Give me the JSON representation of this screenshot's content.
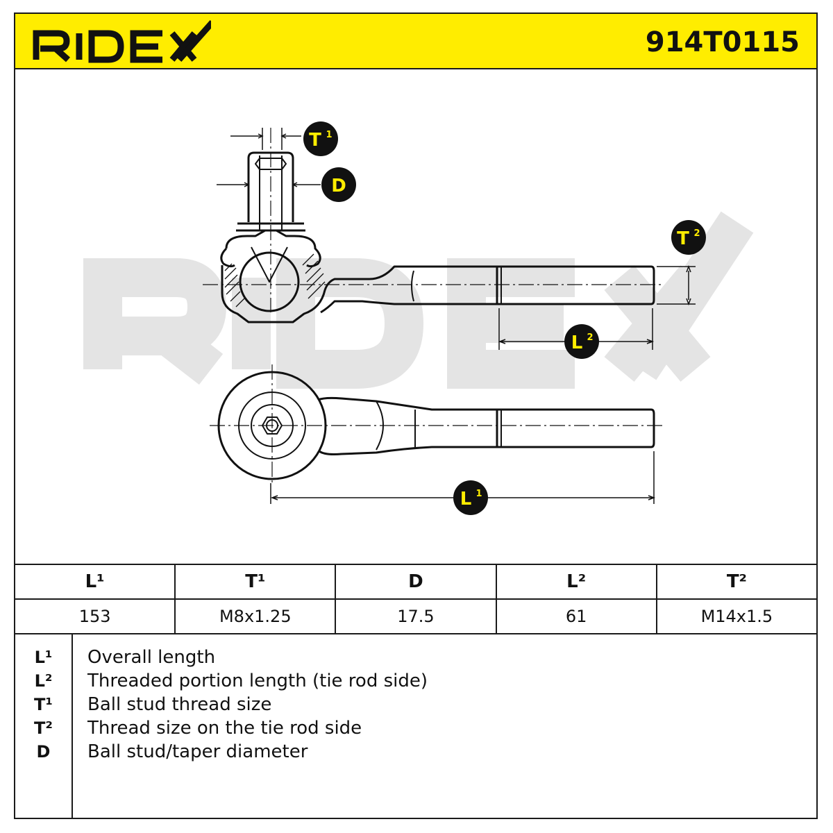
{
  "header": {
    "brand": "RIDEX",
    "part_number": "914T0115",
    "accent_color": "#ffed00"
  },
  "drawing": {
    "watermark": "RIDEX",
    "labels": {
      "T1": "T",
      "T1_sup": "1",
      "D": "D",
      "T2": "T",
      "T2_sup": "2",
      "L2": "L",
      "L2_sup": "2",
      "L1": "L",
      "L1_sup": "1"
    }
  },
  "specs": {
    "headers": [
      "L¹",
      "T¹",
      "D",
      "L²",
      "T²"
    ],
    "values": [
      "153",
      "M8x1.25",
      "17.5",
      "61",
      "M14x1.5"
    ]
  },
  "legend": [
    {
      "key": "L¹",
      "desc": "Overall length"
    },
    {
      "key": "L²",
      "desc": "Threaded portion length (tie rod side)"
    },
    {
      "key": "T¹",
      "desc": "Ball stud thread size"
    },
    {
      "key": "T²",
      "desc": "Thread size on the tie rod side"
    },
    {
      "key": "D",
      "desc": "Ball stud/taper diameter"
    }
  ]
}
